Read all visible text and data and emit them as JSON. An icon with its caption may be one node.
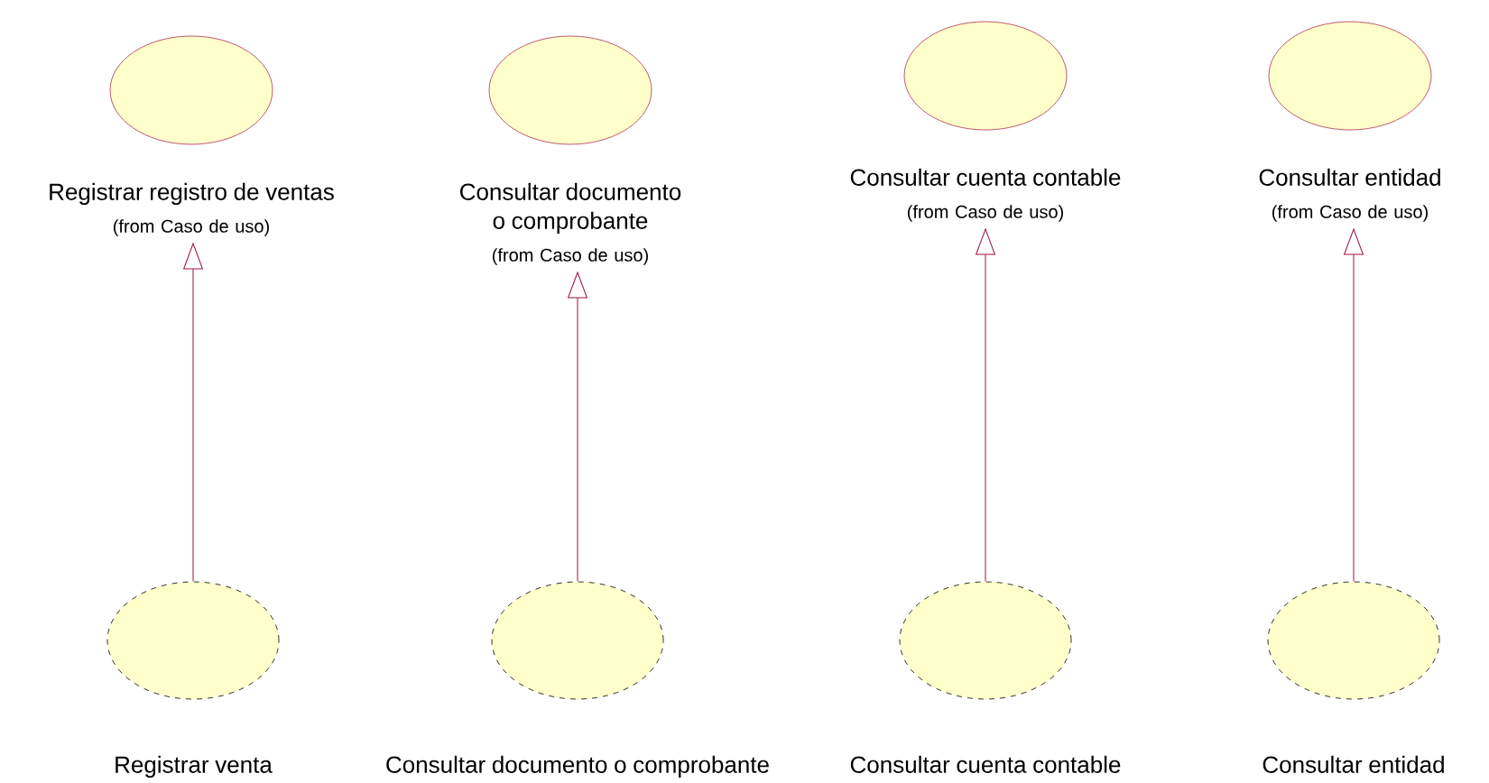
{
  "diagram": {
    "nodes": [
      {
        "text": [
          "Registrar registro de ventas",
          "(from Caso de uso)"
        ]
      },
      {
        "text": [
          "Consultar documento o comprobante",
          "(from Caso de uso)"
        ]
      },
      {
        "text": [
          "Consultar cuenta contable",
          "(from Caso de uso)"
        ]
      },
      {
        "text": [
          "Consultar entidad",
          "(from Caso de uso)"
        ]
      },
      {
        "text": [
          "Registrar venta"
        ]
      },
      {
        "text": [
          "Consultar documento o comprobante"
        ]
      },
      {
        "text": [
          "Consultar cuenta contable"
        ]
      },
      {
        "text": [
          "Consultar entidad"
        ]
      }
    ],
    "edges": [
      {
        "from": 4,
        "to": 0,
        "arrow": "to"
      },
      {
        "from": 5,
        "to": 1,
        "arrow": "to"
      },
      {
        "from": 6,
        "to": 2,
        "arrow": "to"
      },
      {
        "from": 7,
        "to": 3,
        "arrow": "to"
      }
    ]
  }
}
